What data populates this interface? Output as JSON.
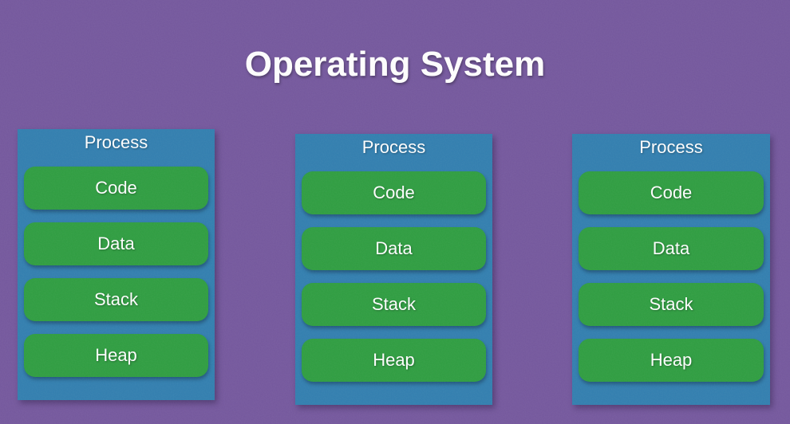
{
  "slide": {
    "title": "Operating System"
  },
  "colors": {
    "background": "#75589e",
    "process_fill": "#327fb0",
    "segment_fill": "#2f9e41",
    "text": "#ffffff"
  },
  "processes": [
    {
      "title": "Process",
      "segments": [
        "Code",
        "Data",
        "Stack",
        "Heap"
      ]
    },
    {
      "title": "Process",
      "segments": [
        "Code",
        "Data",
        "Stack",
        "Heap"
      ]
    },
    {
      "title": "Process",
      "segments": [
        "Code",
        "Data",
        "Stack",
        "Heap"
      ]
    }
  ]
}
